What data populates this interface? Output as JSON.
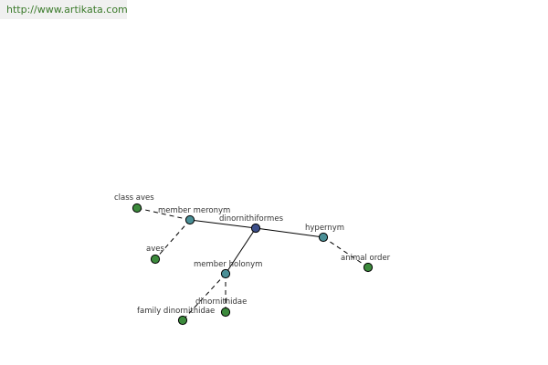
{
  "header": {
    "link_text": "http://www.artikata.com"
  },
  "colors": {
    "center_node": "#3c4f8a",
    "relation_node": "#4a8f96",
    "term_node": "#3c8a3c",
    "link_background": "#f0f0f0",
    "link_text": "#3a7a2a"
  },
  "graph": {
    "nodes": {
      "dinornithiformes": {
        "label": "dinornithiformes",
        "kind": "center"
      },
      "member_meronym": {
        "label": "member meronym",
        "kind": "relation"
      },
      "hypernym": {
        "label": "hypernym",
        "kind": "relation"
      },
      "member_holonym": {
        "label": "member holonym",
        "kind": "relation"
      },
      "class_aves": {
        "label": "class aves",
        "kind": "term"
      },
      "aves": {
        "label": "aves",
        "kind": "term"
      },
      "animal_order": {
        "label": "animal order",
        "kind": "term"
      },
      "family_dinornithidae": {
        "label": "family dinornithidae",
        "kind": "term"
      },
      "dinornithidae": {
        "label": "dinornithidae",
        "kind": "term"
      }
    },
    "edges": [
      {
        "from": "dinornithiformes",
        "to": "member_meronym",
        "style": "solid"
      },
      {
        "from": "dinornithiformes",
        "to": "hypernym",
        "style": "solid"
      },
      {
        "from": "dinornithiformes",
        "to": "member_holonym",
        "style": "solid"
      },
      {
        "from": "member_meronym",
        "to": "class_aves",
        "style": "dashed"
      },
      {
        "from": "member_meronym",
        "to": "aves",
        "style": "dashed"
      },
      {
        "from": "hypernym",
        "to": "animal_order",
        "style": "dashed"
      },
      {
        "from": "member_holonym",
        "to": "family_dinornithidae",
        "style": "dashed"
      },
      {
        "from": "member_holonym",
        "to": "dinornithidae",
        "style": "dashed"
      }
    ]
  }
}
